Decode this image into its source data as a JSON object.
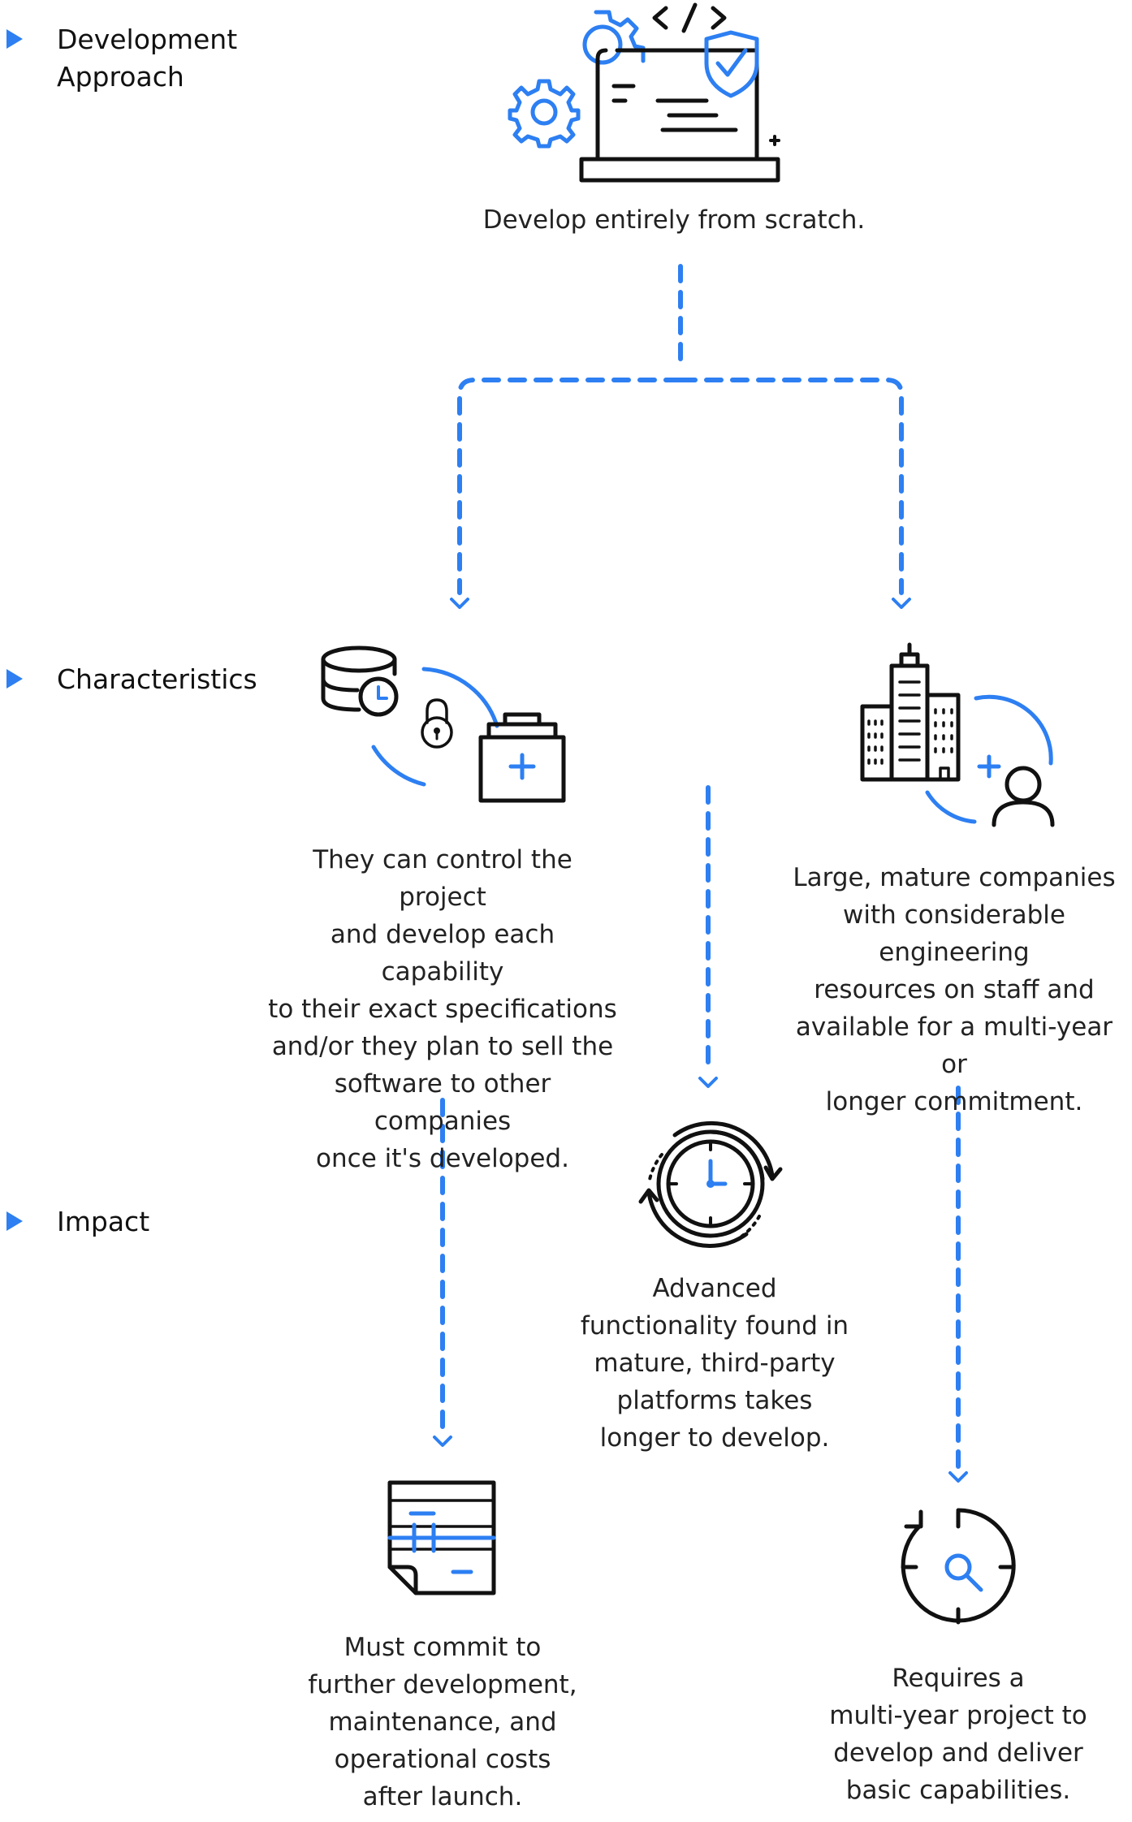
{
  "sections": [
    {
      "label_line1": "Development",
      "label_line2": "Approach"
    },
    {
      "label_line1": "Characteristics"
    },
    {
      "label_line1": "Impact"
    }
  ],
  "approach": {
    "text": "Develop entirely from scratch.",
    "icon": "laptop-code-gears-shield-icon"
  },
  "characteristics": {
    "left": {
      "icon": "database-lock-briefcase-icon",
      "lines": [
        "They can control the project",
        "and develop each capability",
        "to their exact specifications",
        "and/or they plan to sell the",
        "software to other companies",
        "once it's developed."
      ]
    },
    "right": {
      "icon": "buildings-person-icon",
      "lines": [
        "Large, mature companies",
        "with considerable engineering",
        "resources on staff and",
        "available for a multi-year or",
        "longer commitment."
      ]
    }
  },
  "impact": {
    "left": {
      "icon": "spreadsheet-document-icon",
      "lines": [
        "Must commit to",
        "further development,",
        "maintenance, and",
        "operational costs",
        "after launch."
      ]
    },
    "middle": {
      "icon": "clock-cycle-icon",
      "lines": [
        "Advanced",
        "functionality found in",
        "mature, third-party",
        "platforms takes",
        "longer to develop."
      ]
    },
    "right": {
      "icon": "timer-search-icon",
      "lines": [
        "Requires a",
        "multi-year project to",
        "develop and deliver",
        "basic capabilities."
      ]
    }
  },
  "colors": {
    "accent": "#2d7ff2",
    "ink": "#111111"
  }
}
